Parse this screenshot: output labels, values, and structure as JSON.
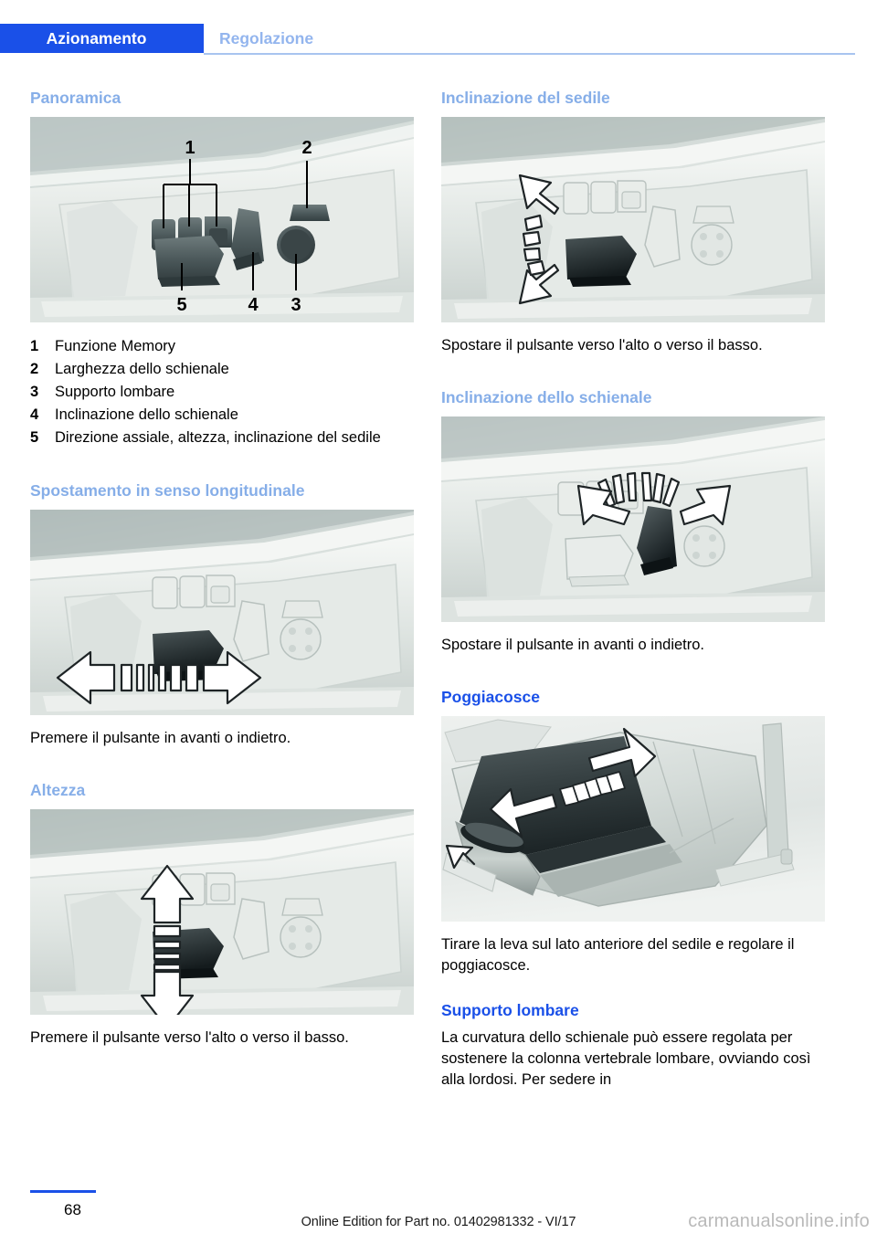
{
  "header": {
    "tab_active": "Azionamento",
    "tab_inactive": "Regolazione"
  },
  "colors": {
    "accent_strong": "#1a50e8",
    "accent_light": "#86aee8",
    "tab_inactive_text": "#93b5ee",
    "rule": "#a8c4ef"
  },
  "left_column": {
    "panoramica": {
      "heading": "Panoramica",
      "figure_name": "seat-control-overview-illustration",
      "items": [
        {
          "num": "1",
          "label": "Funzione Memory"
        },
        {
          "num": "2",
          "label": "Larghezza dello schienale"
        },
        {
          "num": "3",
          "label": "Supporto lombare"
        },
        {
          "num": "4",
          "label": "Inclinazione dello schienale"
        },
        {
          "num": "5",
          "label": "Direzione assiale, altezza, inclinazione del sedile"
        }
      ]
    },
    "spostamento": {
      "heading": "Spostamento in senso longitudinale",
      "figure_name": "seat-longitudinal-adjust-illustration",
      "body": "Premere il pulsante in avanti o indietro."
    },
    "altezza": {
      "heading": "Altezza",
      "figure_name": "seat-height-adjust-illustration",
      "body": "Premere il pulsante verso l'alto o verso il basso."
    }
  },
  "right_column": {
    "inclinazione_sedile": {
      "heading": "Inclinazione del sedile",
      "figure_name": "seat-tilt-adjust-illustration",
      "body": "Spostare il pulsante verso l'alto o verso il basso."
    },
    "inclinazione_schienale": {
      "heading": "Inclinazione dello schienale",
      "figure_name": "backrest-tilt-adjust-illustration",
      "body": "Spostare il pulsante in avanti o indietro."
    },
    "poggiacosce": {
      "heading": "Poggiacosce",
      "figure_name": "thigh-support-illustration",
      "body": "Tirare la leva sul lato anteriore del sedile e regolare il poggiacosce."
    },
    "supporto_lombare": {
      "heading": "Supporto lombare",
      "body": "La curvatura dello schienale può essere regolata per sostenere la colonna vertebrale lombare, ovviando così alla lordosi. Per sedere in"
    }
  },
  "figure_labels": {
    "overview": [
      "1",
      "2",
      "3",
      "4",
      "5"
    ]
  },
  "footer": {
    "page_number": "68",
    "edition_note": "Online Edition for Part no. 01402981332 - VI/17",
    "watermark": "carmanualsonline.info"
  }
}
